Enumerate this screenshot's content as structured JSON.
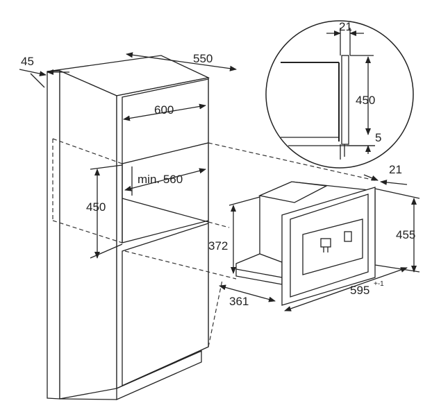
{
  "dimensions": {
    "cabinet_panel_depth": "45",
    "cabinet_depth": "550",
    "cabinet_width": "600",
    "niche_min_width": "min. 560",
    "niche_height": "450",
    "appliance_total_height": "455",
    "appliance_body_height": "372",
    "appliance_body_depth": "361",
    "appliance_front_thickness": "21",
    "appliance_width": "595",
    "appliance_width_tolerance": "+-1",
    "detail_front_thickness": "21",
    "detail_height": "450",
    "detail_gap": "5"
  }
}
